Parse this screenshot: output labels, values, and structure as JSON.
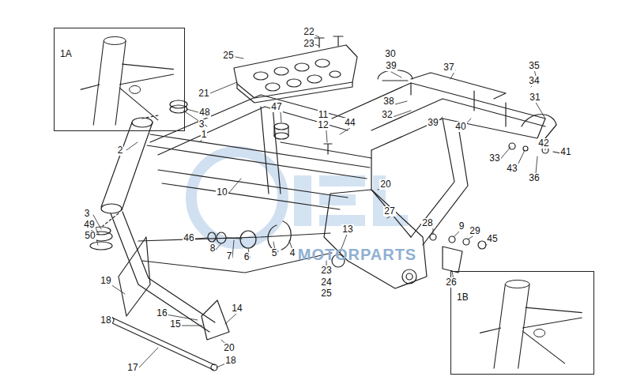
{
  "diagram": {
    "nodes": [
      {
        "text": [
          "1A"
        ]
      },
      {
        "text": [
          "1B"
        ]
      }
    ],
    "labels": [
      "22",
      "23",
      "25",
      "21",
      "30",
      "39",
      "37",
      "35",
      "34",
      "31",
      "38",
      "32",
      "39",
      "40",
      "47",
      "11",
      "12",
      "44",
      "48",
      "3",
      "1",
      "2",
      "10",
      "20",
      "27",
      "33",
      "43",
      "42",
      "41",
      "36",
      "13",
      "28",
      "9",
      "29",
      "45",
      "26",
      "3",
      "49",
      "50",
      "46",
      "8",
      "7",
      "6",
      "5",
      "4",
      "23",
      "24",
      "25",
      "19",
      "18",
      "16",
      "15",
      "14",
      "20",
      "17",
      "18",
      "MOTORPARTS"
    ]
  }
}
